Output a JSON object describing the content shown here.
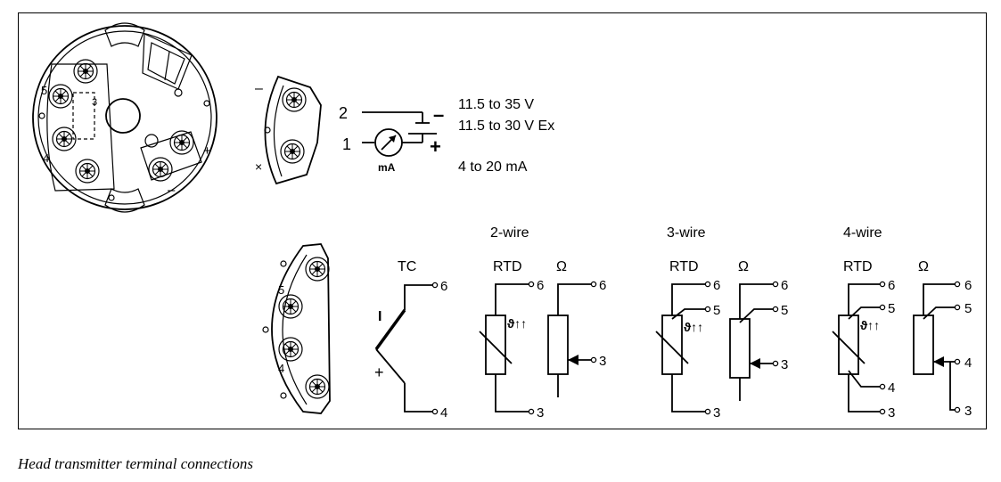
{
  "caption": "Head transmitter terminal connections",
  "power": {
    "terminal_neg": "2",
    "terminal_pos": "1",
    "minus_sign": "–",
    "plus_sign": "+",
    "meter_unit": "mA",
    "voltage_line1": "11.5 to 35 V",
    "voltage_line2": "11.5 to 30 V Ex",
    "current_range": "4 to 20 mA"
  },
  "head_marks": {
    "minus": "–",
    "plus": "+",
    "num_5": "5",
    "num_3": "3",
    "num_4": "4"
  },
  "sensor_block": {
    "num_5": "5",
    "num_4": "4"
  },
  "groups": {
    "two_wire": "2-wire",
    "three_wire": "3-wire",
    "four_wire": "4-wire"
  },
  "tc": {
    "label": "TC",
    "minus": "I",
    "plus": "+",
    "pin_top": "6",
    "pin_bottom": "4"
  },
  "rtd2": {
    "label": "RTD",
    "symbol": "ϑ↑↑",
    "pin_top": "6",
    "pin_bottom": "3"
  },
  "ohm2": {
    "label": "Ω",
    "pin_top": "6",
    "pin_wiper": "3"
  },
  "rtd3": {
    "label": "RTD",
    "symbol": "ϑ↑↑",
    "pin_top": "6",
    "pin_mid": "5",
    "pin_bottom": "3"
  },
  "ohm3": {
    "label": "Ω",
    "pin_top": "6",
    "pin_mid": "5",
    "pin_wiper": "3"
  },
  "rtd4": {
    "label": "RTD",
    "symbol": "ϑ↑↑",
    "pin_top": "6",
    "pin_mid": "5",
    "pin_low": "4",
    "pin_bottom": "3"
  },
  "ohm4": {
    "label": "Ω",
    "pin_top": "6",
    "pin_mid": "5",
    "pin_wiper": "4",
    "pin_bottom": "3"
  }
}
